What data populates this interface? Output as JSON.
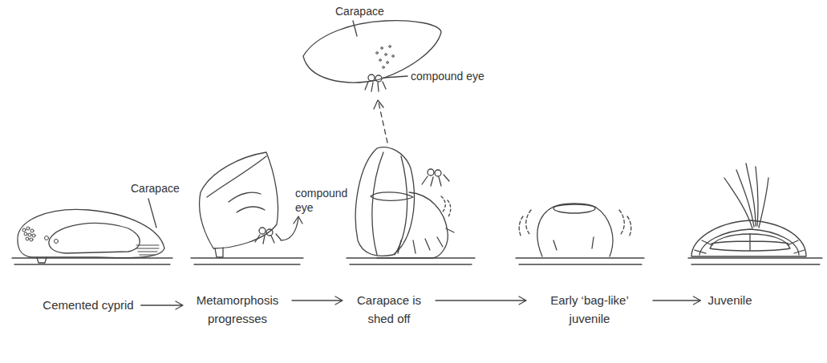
{
  "diagram": {
    "nodes": [
      {
        "text": [
          "Cemented cyprid"
        ]
      },
      {
        "text": [
          "Metamorphosis progresses"
        ]
      },
      {
        "text": [
          "Carapace is shed off"
        ]
      },
      {
        "text": [
          "Early ‘bag-like’ juvenile"
        ]
      },
      {
        "text": [
          "Juvenile"
        ]
      }
    ],
    "edges": [
      {
        "from": 0,
        "to": 1,
        "arrow": "to"
      },
      {
        "from": 1,
        "to": 2,
        "arrow": "to"
      },
      {
        "from": 2,
        "to": 3,
        "arrow": "to"
      },
      {
        "from": 3,
        "to": 4,
        "arrow": "to"
      }
    ],
    "labels": [
      "Carapace",
      "compound eye",
      "Carapace",
      "compound eye"
    ]
  }
}
